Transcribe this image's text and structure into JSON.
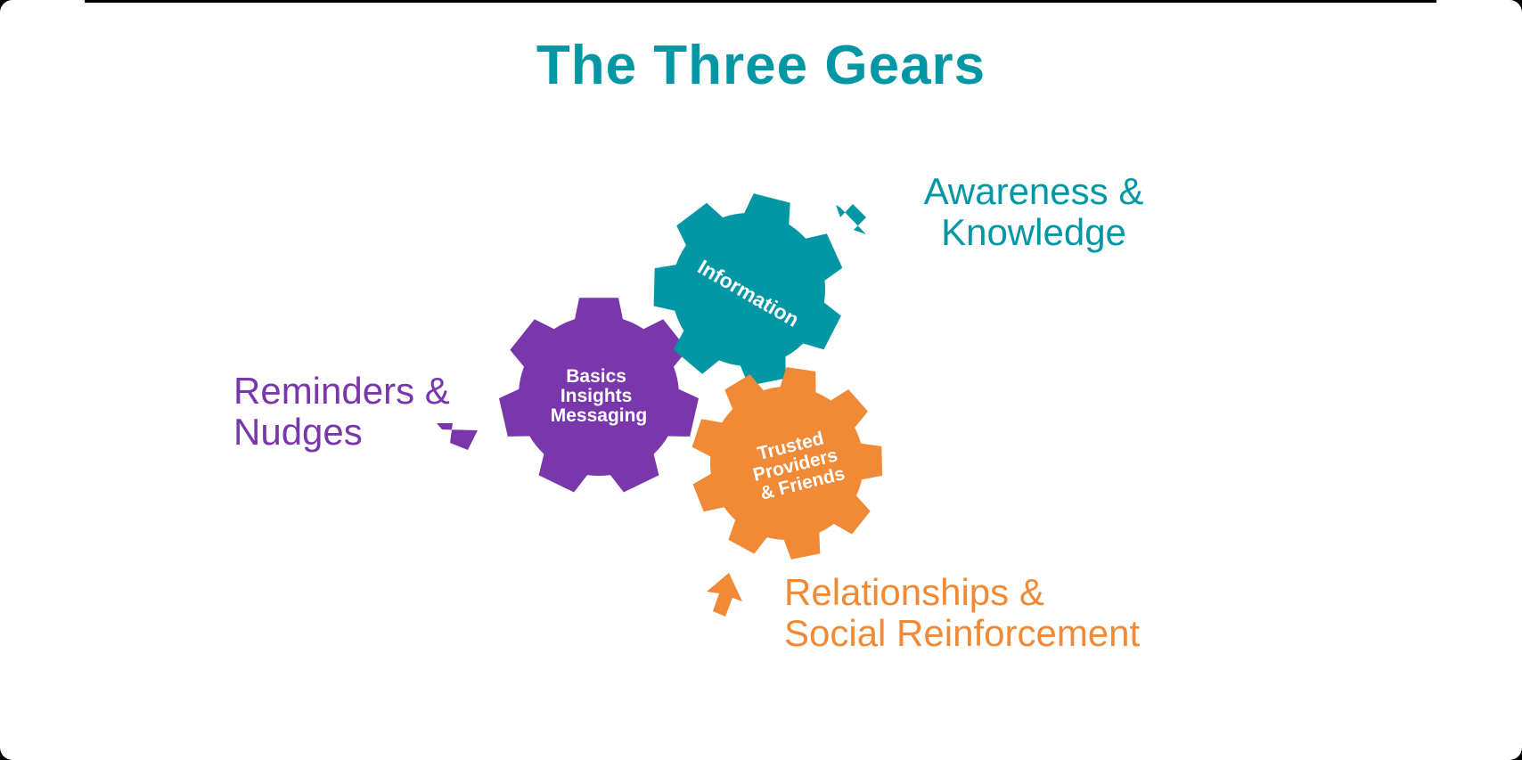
{
  "title": "The Three Gears",
  "colors": {
    "teal": "#0397a6",
    "purple": "#7a37ac",
    "orange": "#f08a37"
  },
  "gears": {
    "information": {
      "label": "Information"
    },
    "basics": {
      "lines": [
        "Basics",
        "Insights",
        "Messaging"
      ]
    },
    "trusted": {
      "lines": [
        "Trusted",
        "Providers",
        "& Friends"
      ]
    }
  },
  "labels": {
    "awareness": {
      "line1": "Awareness &",
      "line2": "Knowledge"
    },
    "reminders": {
      "line1": "Reminders &",
      "line2": "Nudges"
    },
    "relationships": {
      "line1": "Relationships &",
      "line2": "Social Reinforcement"
    }
  }
}
